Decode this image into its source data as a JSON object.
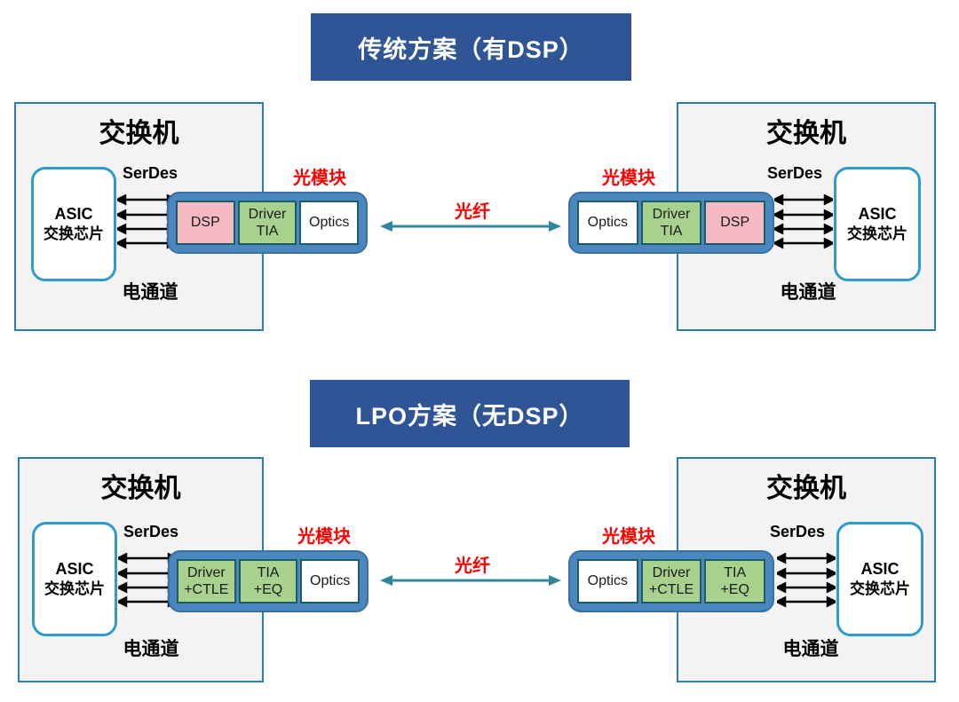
{
  "colors": {
    "banner_bg": "#2F5597",
    "banner_text": "#FFFFFF",
    "switch_bg": "#F3F3F3",
    "switch_border": "#2B7FB0",
    "asic_border": "#2E9BCB",
    "module_bg": "#4A87BE",
    "module_border": "#3A71A3",
    "chip_border": "#1E5C63",
    "chip_pink": "#F5B9C3",
    "chip_green": "#A9D18E",
    "chip_white": "#FFFFFF",
    "label_red": "#FF0000",
    "fiber_arrow": "#31859C",
    "electrical_arrow": "#000000"
  },
  "sections": [
    {
      "banner": "传统方案（有DSP）",
      "fiber_label": "光纤",
      "left_switch": {
        "title": "交换机",
        "asic_line1": "ASIC",
        "asic_line2": "交换芯片",
        "serdes": "SerDes",
        "electrical": "电通道"
      },
      "right_switch": {
        "title": "交换机",
        "asic_line1": "ASIC",
        "asic_line2": "交换芯片",
        "serdes": "SerDes",
        "electrical": "电通道"
      },
      "left_module": {
        "label": "光模块",
        "chips": [
          {
            "line1": "DSP",
            "color": "pink"
          },
          {
            "line1": "Driver",
            "line2": "TIA",
            "color": "green"
          },
          {
            "line1": "Optics",
            "color": "white"
          }
        ]
      },
      "right_module": {
        "label": "光模块",
        "chips": [
          {
            "line1": "Optics",
            "color": "white"
          },
          {
            "line1": "Driver",
            "line2": "TIA",
            "color": "green"
          },
          {
            "line1": "DSP",
            "color": "pink"
          }
        ]
      }
    },
    {
      "banner": "LPO方案（无DSP）",
      "fiber_label": "光纤",
      "left_switch": {
        "title": "交换机",
        "asic_line1": "ASIC",
        "asic_line2": "交换芯片",
        "serdes": "SerDes",
        "electrical": "电通道"
      },
      "right_switch": {
        "title": "交换机",
        "asic_line1": "ASIC",
        "asic_line2": "交换芯片",
        "serdes": "SerDes",
        "electrical": "电通道"
      },
      "left_module": {
        "label": "光模块",
        "chips": [
          {
            "line1": "Driver",
            "line2": "+CTLE",
            "color": "green"
          },
          {
            "line1": "TIA",
            "line2": "+EQ",
            "color": "green"
          },
          {
            "line1": "Optics",
            "color": "white"
          }
        ]
      },
      "right_module": {
        "label": "光模块",
        "chips": [
          {
            "line1": "Optics",
            "color": "white"
          },
          {
            "line1": "Driver",
            "line2": "+CTLE",
            "color": "green"
          },
          {
            "line1": "TIA",
            "line2": "+EQ",
            "color": "green"
          }
        ]
      }
    }
  ]
}
